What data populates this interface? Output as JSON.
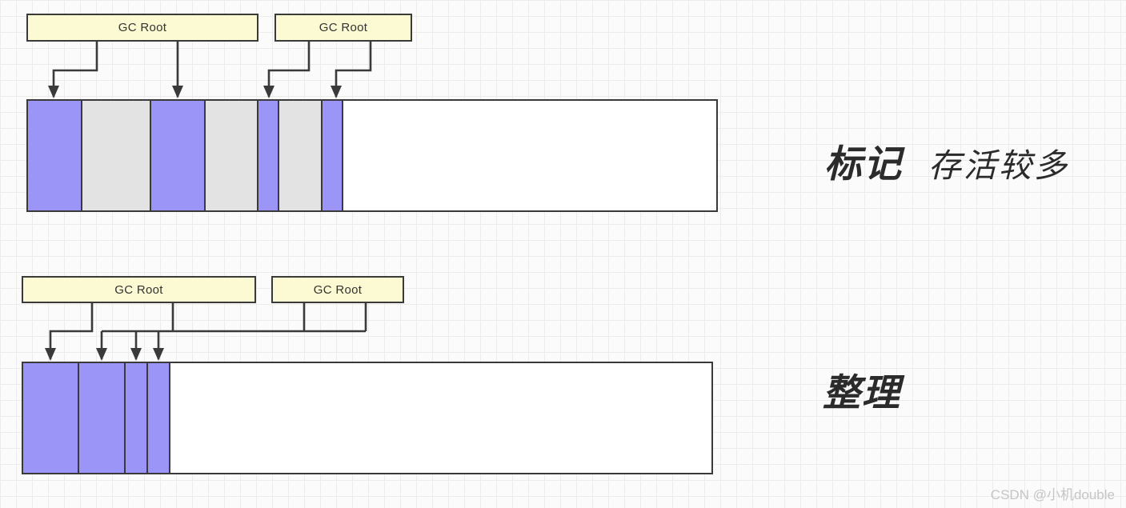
{
  "colors": {
    "live": "#9b95f7",
    "garbage": "#e3e3e3",
    "free": "#ffffff",
    "root_fill": "#fcfad2",
    "stroke": "#3a3a3a",
    "text": "#333333",
    "label_text": "#2b2b2b",
    "watermark": "#c5c5c5",
    "grid_line": "#ececec",
    "bg": "#fbfbfb"
  },
  "top_diagram": {
    "gc_roots": [
      {
        "label": "GC Root"
      },
      {
        "label": "GC Root"
      }
    ],
    "caption": "标记",
    "caption_note": "存活较多",
    "memory_segments": [
      {
        "type": "live",
        "width": 66
      },
      {
        "type": "garbage",
        "width": 84
      },
      {
        "type": "live",
        "width": 66
      },
      {
        "type": "garbage",
        "width": 64
      },
      {
        "type": "live",
        "width": 24
      },
      {
        "type": "garbage",
        "width": 52
      },
      {
        "type": "live",
        "width": 24
      },
      {
        "type": "free"
      }
    ]
  },
  "bottom_diagram": {
    "gc_roots": [
      {
        "label": "GC Root"
      },
      {
        "label": "GC Root"
      }
    ],
    "caption": "整理",
    "memory_segments": [
      {
        "type": "live",
        "width": 68
      },
      {
        "type": "live",
        "width": 56
      },
      {
        "type": "live",
        "width": 26
      },
      {
        "type": "live",
        "width": 26
      },
      {
        "type": "free"
      }
    ]
  },
  "watermark": "CSDN @小机double"
}
